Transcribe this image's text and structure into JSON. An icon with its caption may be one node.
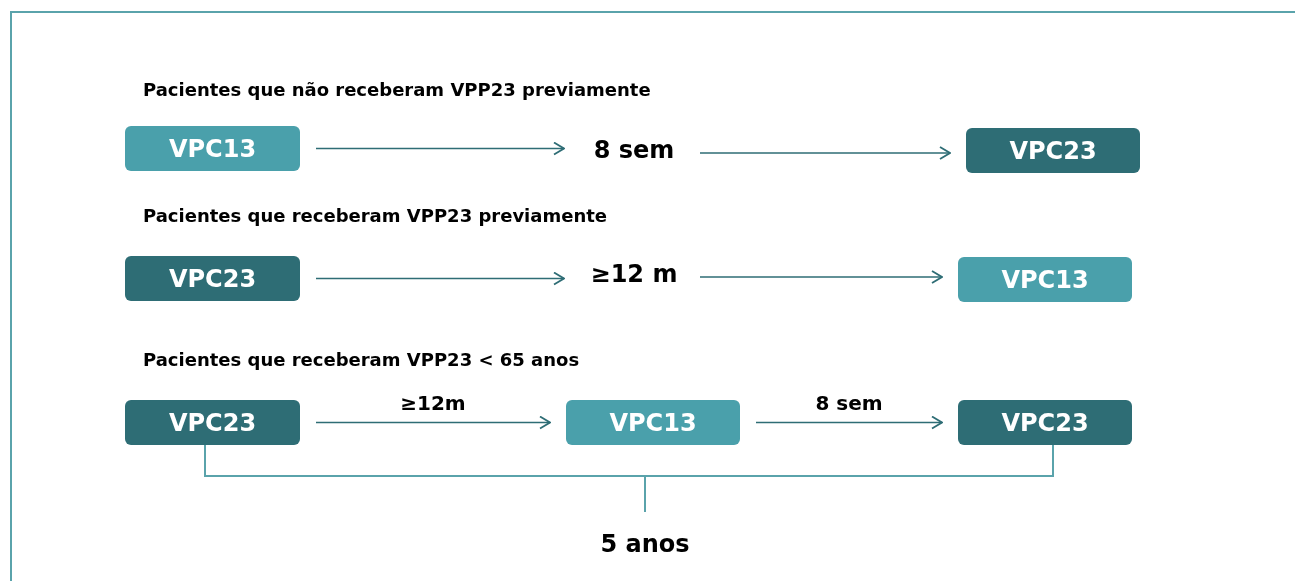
{
  "diagram": {
    "nodes": [
      {
        "text": [
          "VPC13"
        ]
      },
      {
        "text": [
          "8 sem"
        ]
      },
      {
        "text": [
          "VPC23"
        ]
      },
      {
        "text": [
          "VPC23"
        ]
      },
      {
        "text": [
          "≥12 m"
        ]
      },
      {
        "text": [
          "VPC13"
        ]
      },
      {
        "text": [
          "VPC23"
        ]
      },
      {
        "text": [
          "VPC13"
        ]
      },
      {
        "text": [
          "VPC23"
        ]
      }
    ],
    "edges": [
      {
        "from": 0,
        "to": 1,
        "arrow": "to"
      },
      {
        "from": 1,
        "to": 2,
        "arrow": "to"
      },
      {
        "from": 3,
        "to": 4,
        "arrow": "to"
      },
      {
        "from": 4,
        "to": 5,
        "arrow": "to"
      },
      {
        "from": 6,
        "to": 7,
        "arrow": "to",
        "label": "≥12m"
      },
      {
        "from": 7,
        "to": 8,
        "arrow": "to",
        "label": "8 sem"
      }
    ],
    "labels": [
      "Pacientes que não receberam VPP23 previamente",
      "Pacientes que receberam VPP23 previamente",
      "Pacientes que receberam VPP23 < 65 anos",
      "5 anos"
    ]
  }
}
